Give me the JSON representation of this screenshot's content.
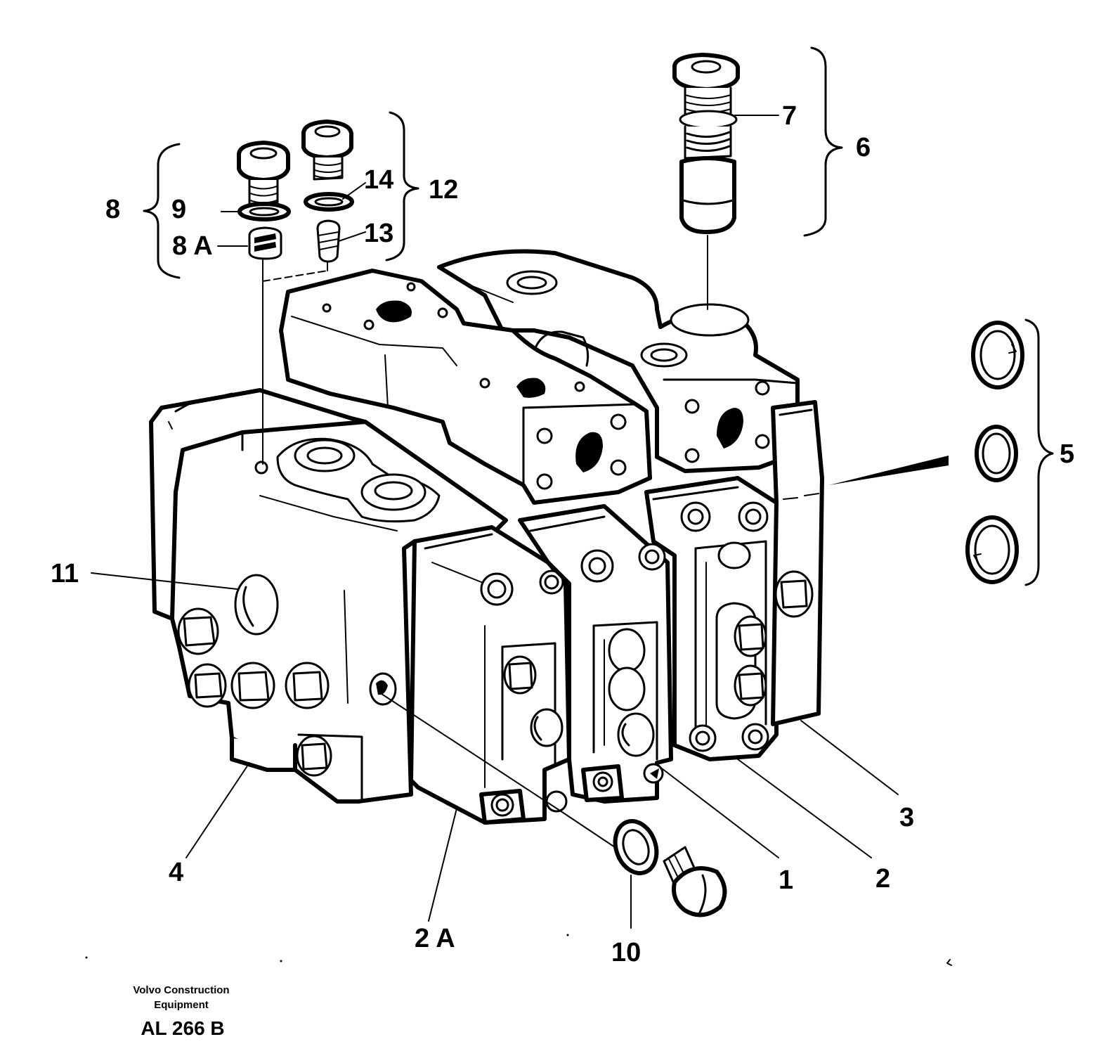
{
  "callouts": {
    "c1": "1",
    "c2": "2",
    "c2a": "2 A",
    "c3": "3",
    "c4": "4",
    "c5": "5",
    "c6": "6",
    "c7": "7",
    "c8": "8",
    "c8a": "8 A",
    "c9": "9",
    "c10": "10",
    "c11": "11",
    "c12": "12",
    "c13": "13",
    "c14": "14"
  },
  "credit": {
    "line1": "Volvo Construction",
    "line2": "Equipment",
    "code": "AL 266 B"
  }
}
